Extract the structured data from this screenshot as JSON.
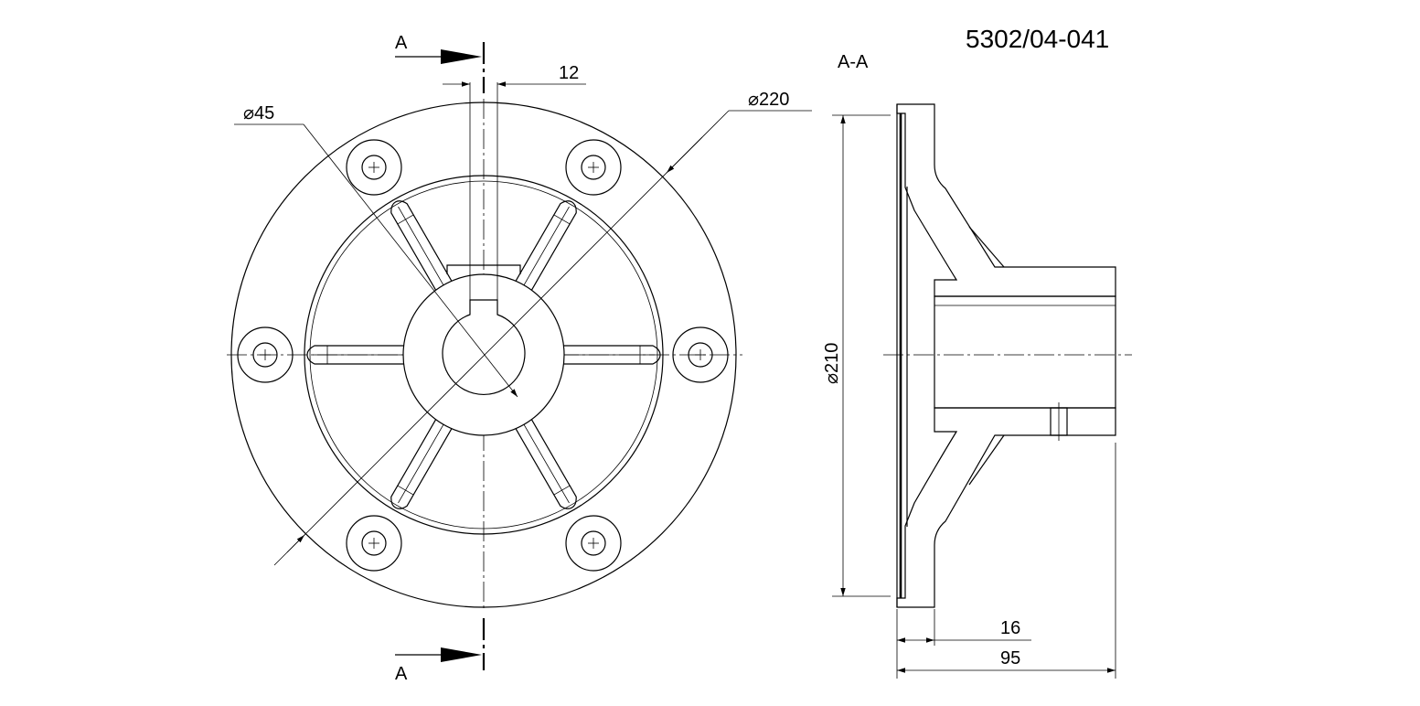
{
  "drawing": {
    "number": "5302/04-041",
    "section_label": "A-A",
    "cut_label_top": "A",
    "cut_label_bottom": "A",
    "dim_keyway_width": "12",
    "dim_bore": "⌀45",
    "dim_outer": "⌀220",
    "dim_flange": "⌀210",
    "dim_flange_thickness": "16",
    "dim_total_length": "95"
  }
}
